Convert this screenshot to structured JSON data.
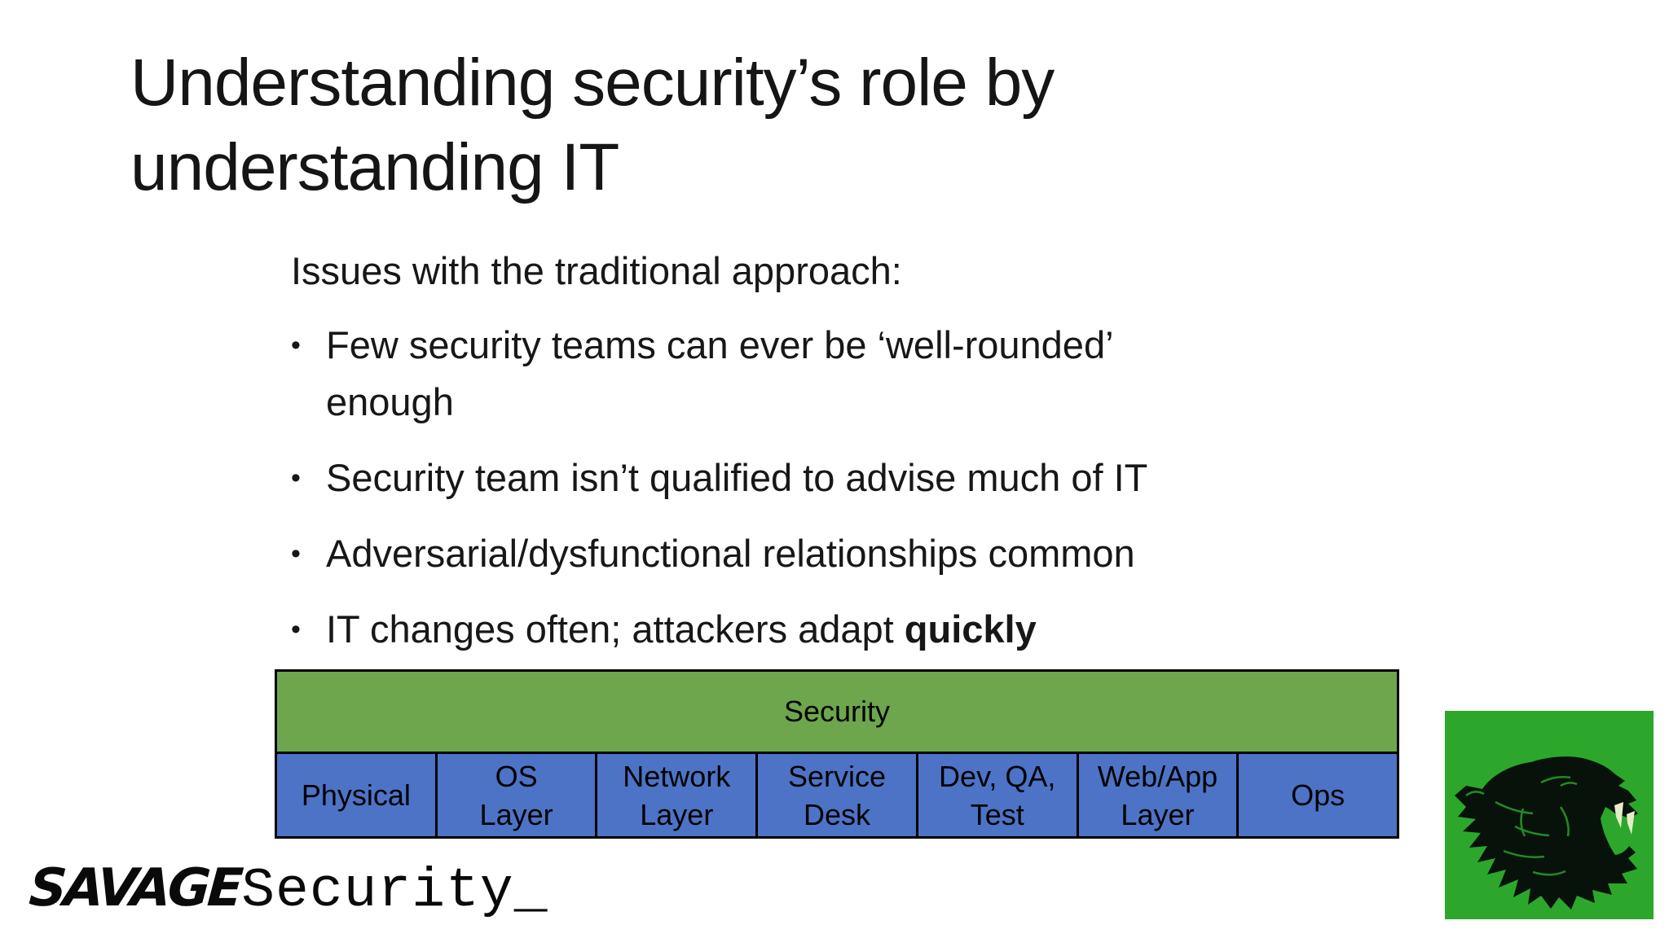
{
  "slide": {
    "title_lines": [
      "Understanding security’s role by",
      "understanding IT"
    ],
    "subheading": "Issues with the traditional approach:",
    "bullet_char": "•",
    "bullets": [
      {
        "lines": [
          "Few security teams can ever be ‘well-rounded’",
          "enough"
        ]
      },
      {
        "text": "Security team isn’t qualified to advise much of IT"
      },
      {
        "text": "Adversarial/dysfunctional relationships common"
      },
      {
        "text_prefix": "IT changes often; attackers adapt ",
        "text_bold": "quickly"
      }
    ]
  },
  "diagram": {
    "security_band": {
      "label": "Security",
      "color": "#6EA64D"
    },
    "it_layers": {
      "color": "#4C73C5",
      "labels": [
        "Physical",
        "OS\nLayer",
        "Network\nLayer",
        "Service\nDesk",
        "Dev, QA,\nTest",
        "Web/App\nLayer",
        "Ops"
      ]
    },
    "border_color": "#000000"
  },
  "branding": {
    "wordmark_savage": "SAVAGE",
    "wordmark_security": "Security_",
    "logo": {
      "background_color": "#2CA72C",
      "icon": "tiger-head-icon"
    }
  }
}
